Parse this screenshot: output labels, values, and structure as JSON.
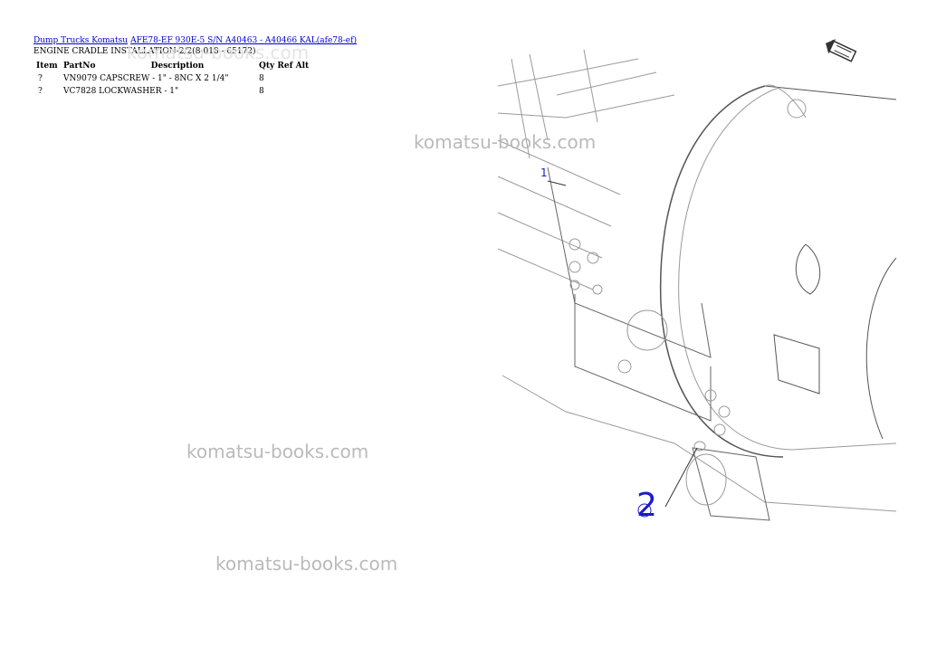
{
  "breadcrumb": {
    "link1": "Dump Trucks Komatsu",
    "link2": "AFE78-EF 930E-5 S/N A40463 - A40466 KAL(afe78-ef)"
  },
  "subtitle": "ENGINE CRADLE INSTALLATION-2/2(8-018 - 65172)",
  "parts_table": {
    "headers": {
      "item": "Item",
      "partno": "PartNo",
      "description": "Description",
      "qty": "Qty",
      "ref": "Ref",
      "alt": "Alt"
    },
    "rows": [
      {
        "item": "?",
        "partno": "VN9079",
        "description": "CAPSCREW - 1\" - 8NC X 2 1/4\"",
        "qty": "8"
      },
      {
        "item": "?",
        "partno": "VC7828",
        "description": "LOCKWASHER - 1\"",
        "qty": "8"
      }
    ]
  },
  "watermark": "komatsu-books.com",
  "diagram": {
    "callout_1": "1",
    "callout_2": "2",
    "nav_icon": "arrow-icon"
  }
}
